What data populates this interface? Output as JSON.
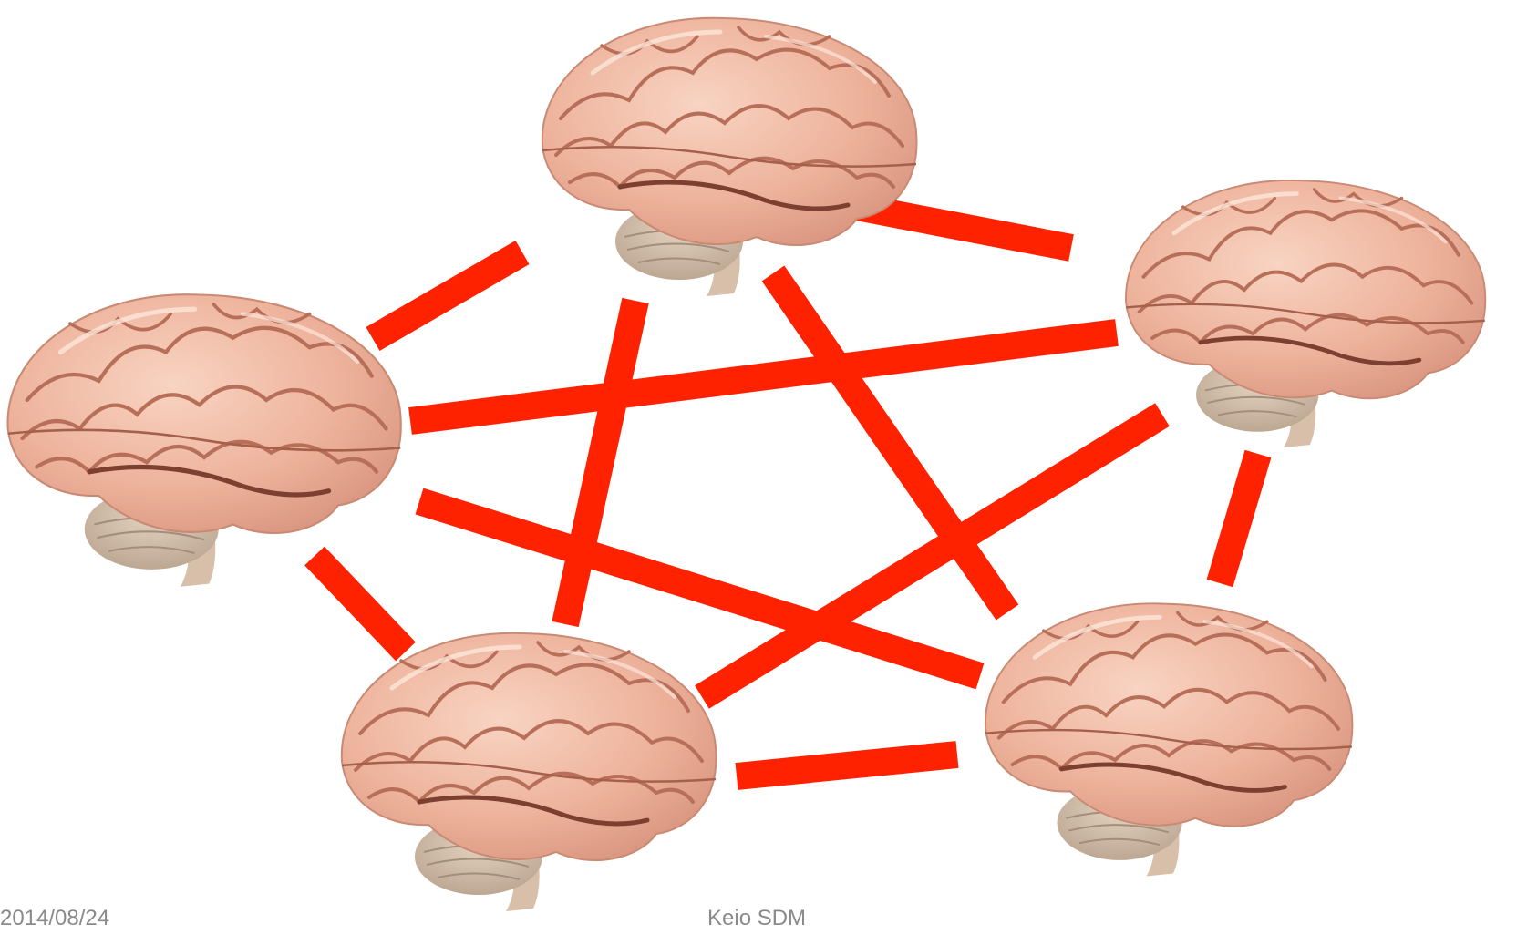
{
  "slide": {
    "footer_date": "2014/08/24",
    "footer_org": "Keio SDM"
  },
  "colors": {
    "link": "#ff2200",
    "brain_base": "#eeb39c",
    "brain_highlight": "#f8d4c2",
    "brain_fold": "#b86f59",
    "cerebellum": "#cdb8a3",
    "footer_text": "#8a8a8a"
  },
  "figure": {
    "brain_count": 5,
    "link_count": 10,
    "brain_icon": "brain-icon"
  }
}
